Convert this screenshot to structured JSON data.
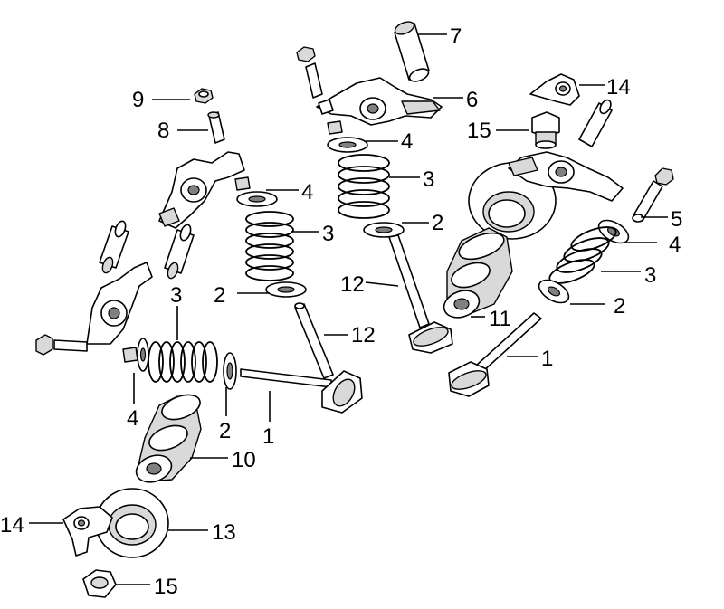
{
  "diagram": {
    "callouts": [
      {
        "id": "c7",
        "label": "7"
      },
      {
        "id": "c14a",
        "label": "14"
      },
      {
        "id": "c9",
        "label": "9"
      },
      {
        "id": "c6",
        "label": "6"
      },
      {
        "id": "c8",
        "label": "8"
      },
      {
        "id": "c15a",
        "label": "15"
      },
      {
        "id": "c4a",
        "label": "4"
      },
      {
        "id": "c3a",
        "label": "3"
      },
      {
        "id": "c4b",
        "label": "4"
      },
      {
        "id": "c2a",
        "label": "2"
      },
      {
        "id": "c5",
        "label": "5"
      },
      {
        "id": "c3b",
        "label": "3"
      },
      {
        "id": "c4c",
        "label": "4"
      },
      {
        "id": "c3c",
        "label": "3"
      },
      {
        "id": "c12a",
        "label": "12"
      },
      {
        "id": "c2b",
        "label": "2"
      },
      {
        "id": "c3d",
        "label": "3"
      },
      {
        "id": "c2c",
        "label": "2"
      },
      {
        "id": "c11",
        "label": "11"
      },
      {
        "id": "c12b",
        "label": "12"
      },
      {
        "id": "c1a",
        "label": "1"
      },
      {
        "id": "c4d",
        "label": "4"
      },
      {
        "id": "c2d",
        "label": "2"
      },
      {
        "id": "c1b",
        "label": "1"
      },
      {
        "id": "c10",
        "label": "10"
      },
      {
        "id": "c14b",
        "label": "14"
      },
      {
        "id": "c13",
        "label": "13"
      },
      {
        "id": "c15b",
        "label": "15"
      }
    ]
  }
}
